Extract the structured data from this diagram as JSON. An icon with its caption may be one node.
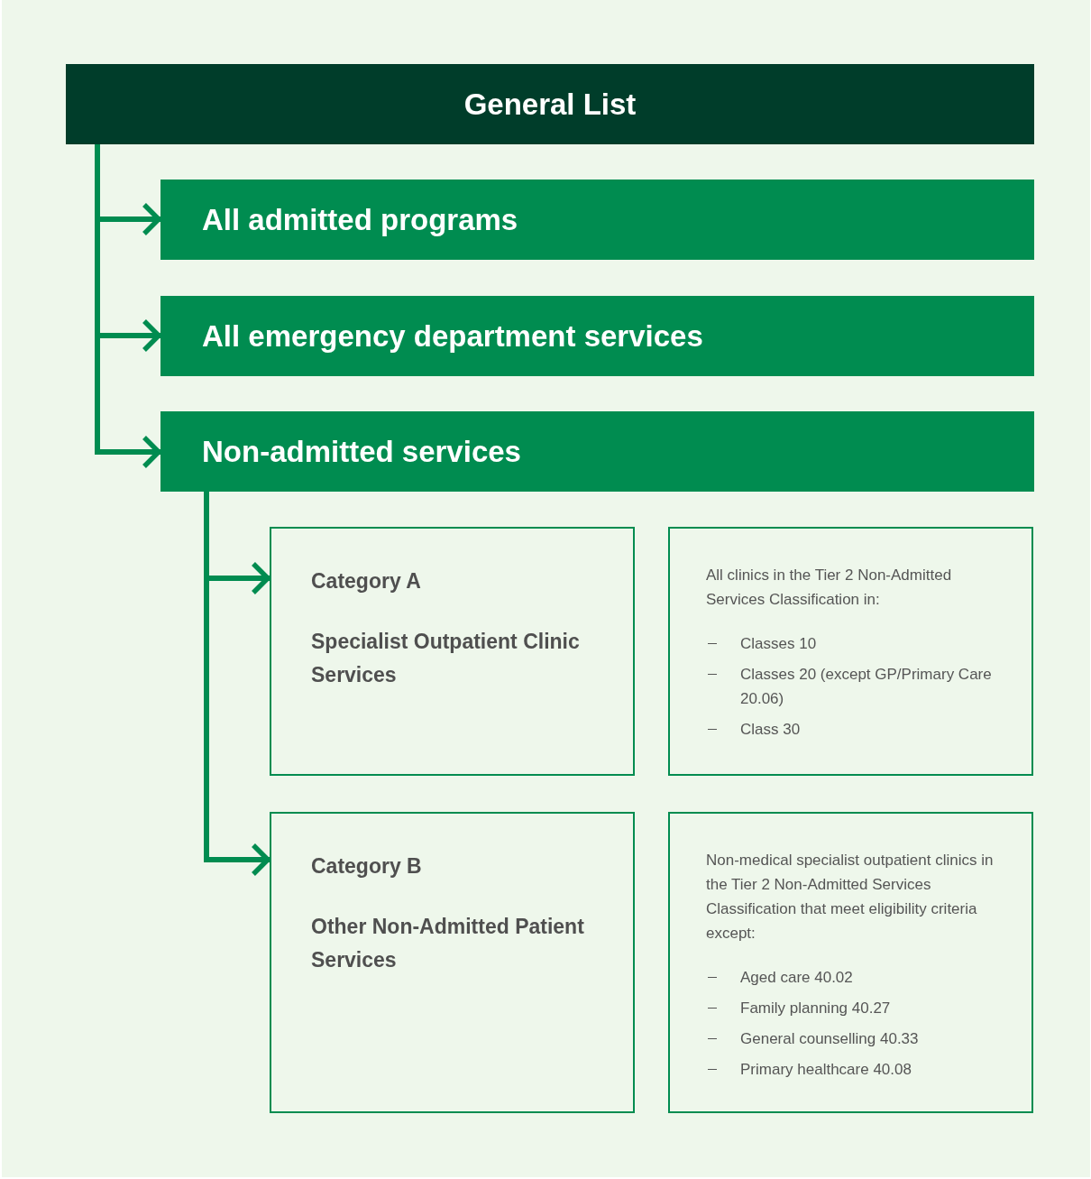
{
  "diagram": {
    "nodes": [
      {
        "text": [
          "General List"
        ]
      },
      {
        "text": [
          "All admitted programs"
        ]
      },
      {
        "text": [
          "All emergency department services"
        ]
      },
      {
        "text": [
          "Non-admitted services"
        ]
      },
      {
        "text": [
          "Category A",
          "Specialist Outpatient Clinic Services"
        ]
      },
      {
        "text": [
          "All clinics in the Tier 2 Non-Admitted Services Classification in:",
          "Classes 10",
          "Classes 20 (except GP/Primary Care 20.06)",
          "Class 30"
        ]
      },
      {
        "text": [
          "Category B",
          "Other Non-Admitted Patient Services"
        ]
      },
      {
        "text": [
          "Non-medical specialist outpatient clinics in the Tier 2 Non-Admitted Services Classification that meet eligibility criteria except:",
          "Aged care 40.02",
          "Family planning 40.27",
          "General counselling 40.33",
          "Primary healthcare 40.08"
        ]
      }
    ],
    "edges": [
      {
        "from": 0,
        "to": 1,
        "arrow": "to"
      },
      {
        "from": 0,
        "to": 2,
        "arrow": "to"
      },
      {
        "from": 0,
        "to": 3,
        "arrow": "to"
      },
      {
        "from": 3,
        "to": 4,
        "arrow": "to"
      },
      {
        "from": 3,
        "to": 6,
        "arrow": "to"
      }
    ]
  }
}
